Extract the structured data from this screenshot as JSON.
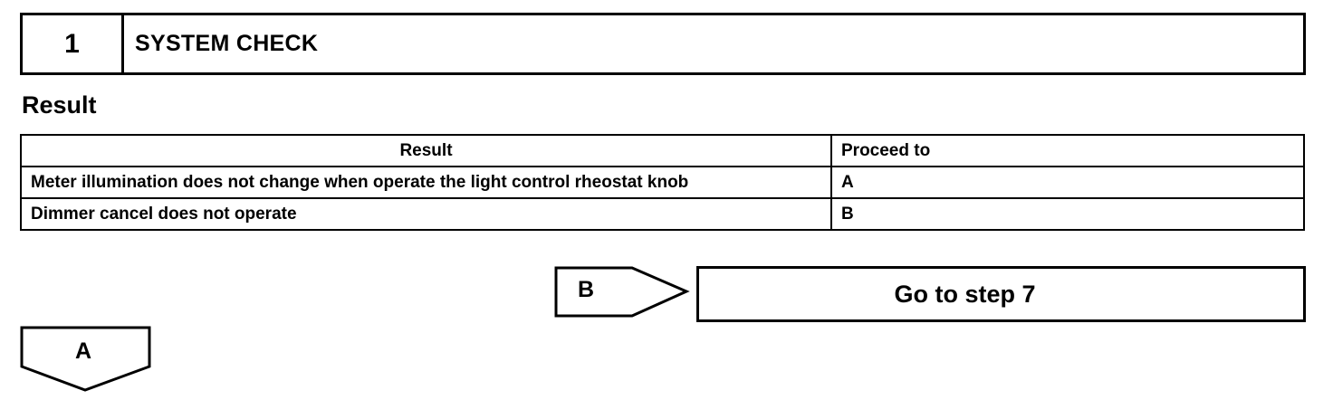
{
  "step": {
    "number": "1",
    "title": "SYSTEM CHECK"
  },
  "section": {
    "title": "Result"
  },
  "table": {
    "headers": [
      "Result",
      "Proceed to"
    ],
    "rows": [
      {
        "result": "Meter illumination does not change when operate the light control rheostat knob",
        "proceed": "A"
      },
      {
        "result": "Dimmer cancel does not operate",
        "proceed": "B"
      }
    ]
  },
  "flow": {
    "b_label": "B",
    "b_action": "Go to step 7",
    "a_label": "A"
  }
}
